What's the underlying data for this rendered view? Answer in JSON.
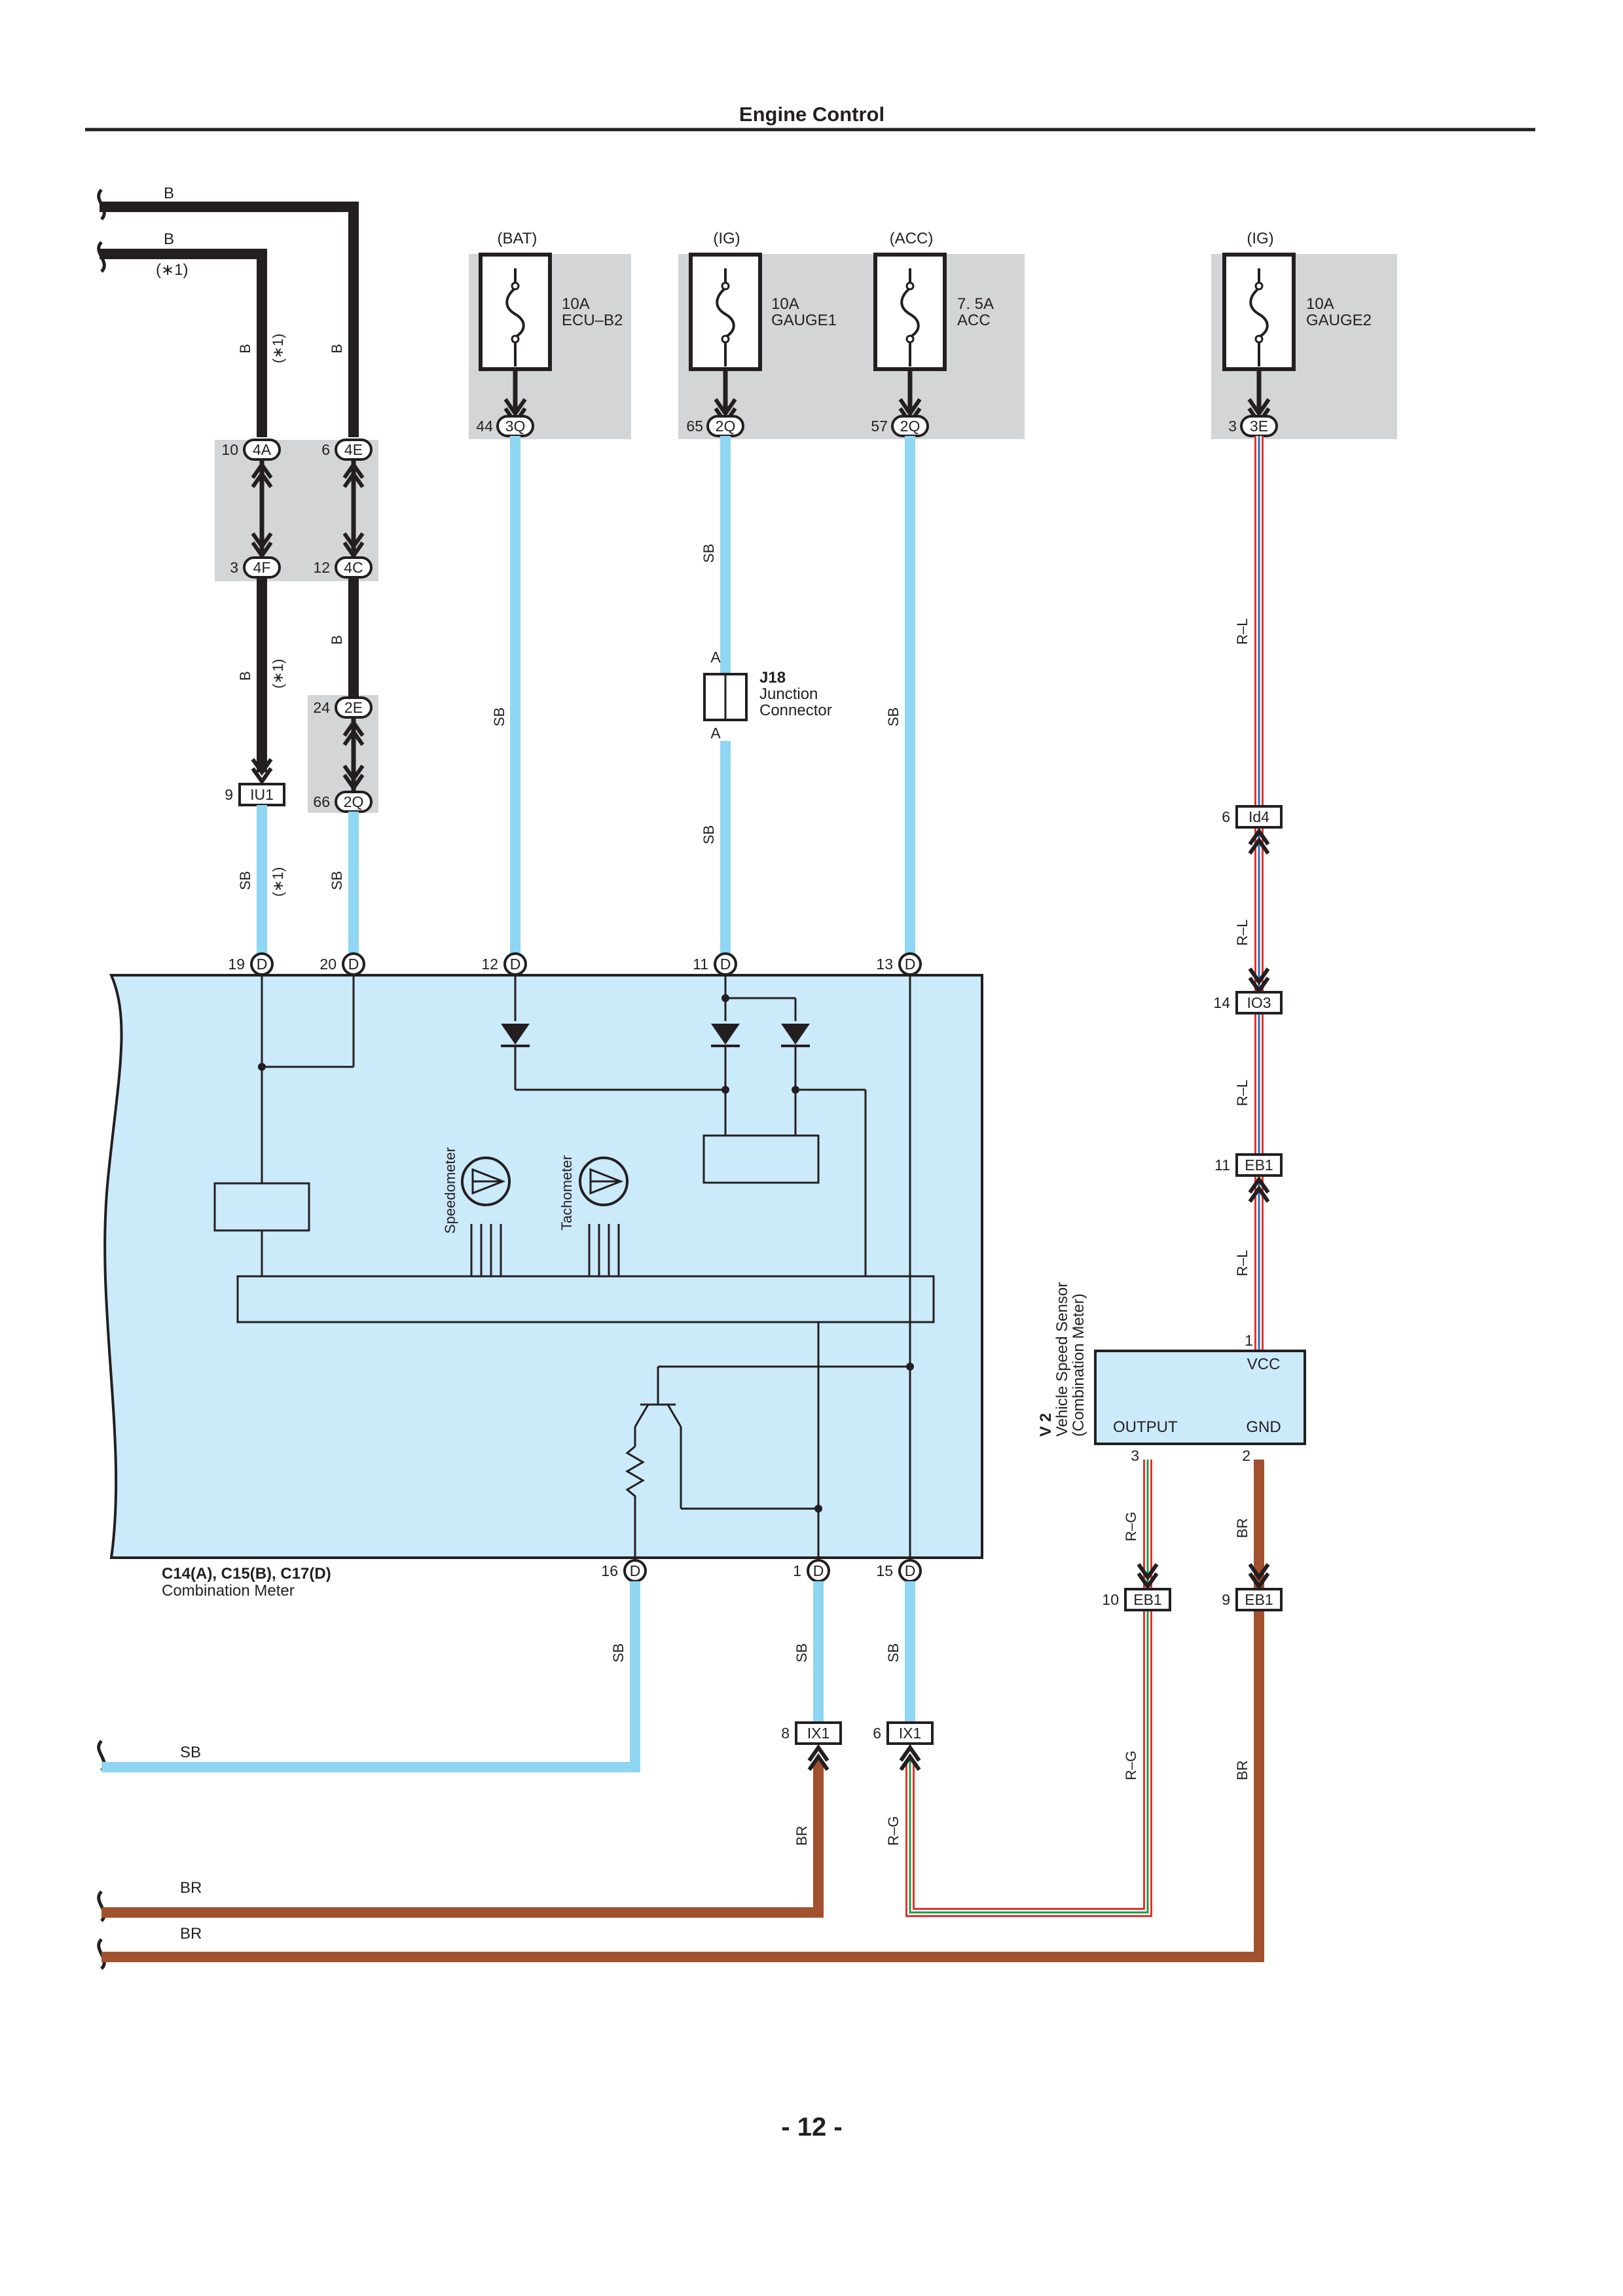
{
  "page": {
    "title": "Engine Control",
    "page_number": "- 12 -"
  },
  "wire_colors": {
    "B": "#231f20",
    "SB": "#8fd6f2",
    "R": "#e4322b",
    "L": "#2a6cc4",
    "G": "#1d9a4a",
    "W": "#ffffff",
    "BR": "#a1512e"
  },
  "fill_colors": {
    "fuse_box": "#d4d5d7",
    "meter_body": "#cbeafa"
  },
  "fuses": [
    {
      "supply": "(BAT)",
      "rating": "10A",
      "name": "ECU–B2",
      "pin": "44",
      "connector": "3Q"
    },
    {
      "supply": "(IG)",
      "rating": "10A",
      "name": "GAUGE1",
      "pin": "65",
      "connector": "2Q"
    },
    {
      "supply": "(ACC)",
      "rating": "7. 5A",
      "name": "ACC",
      "pin": "57",
      "connector": "2Q"
    },
    {
      "supply": "(IG)",
      "rating": "10A",
      "name": "GAUGE2",
      "pin": "3",
      "connector": "3E"
    }
  ],
  "left_inputs": {
    "wire1_label": "B",
    "wire2_label": "B",
    "wire2_note": "(∗1)",
    "v_b": "B",
    "v_note": "(∗1)",
    "conn_4A": {
      "pin": "10",
      "name": "4A"
    },
    "conn_4E": {
      "pin": "6",
      "name": "4E"
    },
    "conn_4F": {
      "pin": "3",
      "name": "4F"
    },
    "conn_4C": {
      "pin": "12",
      "name": "4C"
    },
    "conn_2E": {
      "pin": "24",
      "name": "2E"
    },
    "conn_2Q": {
      "pin": "66",
      "name": "2Q"
    },
    "conn_IU1": {
      "pin": "9",
      "name": "IU1"
    },
    "v_sb": "SB"
  },
  "junction": {
    "id": "J18",
    "label_line1": "Junction",
    "label_line2": "Connector",
    "top": "A",
    "bottom": "A"
  },
  "meter": {
    "connectors": "C14(A), C15(B), C17(D)",
    "name": "Combination Meter",
    "top_pins": [
      {
        "pin": "19",
        "c": "D"
      },
      {
        "pin": "20",
        "c": "D"
      },
      {
        "pin": "12",
        "c": "D"
      },
      {
        "pin": "11",
        "c": "D"
      },
      {
        "pin": "13",
        "c": "D"
      }
    ],
    "bottom_pins": [
      {
        "pin": "16",
        "c": "D"
      },
      {
        "pin": "1",
        "c": "D"
      },
      {
        "pin": "15",
        "c": "D"
      }
    ],
    "gauge1": "Speedometer",
    "gauge2": "Tachometer"
  },
  "sensor": {
    "id": "V 2",
    "name": "Vehicle Speed Sensor",
    "sub": "(Combination Meter)",
    "vcc": "VCC",
    "output": "OUTPUT",
    "gnd": "GND",
    "pin_vcc": "1",
    "pin_output": "3",
    "pin_gnd": "2"
  },
  "right_connectors": {
    "id4": {
      "pin": "6",
      "name": "Id4"
    },
    "io3": {
      "pin": "14",
      "name": "IO3"
    },
    "eb1_a": {
      "pin": "11",
      "name": "EB1"
    },
    "eb1_b": {
      "pin": "10",
      "name": "EB1"
    },
    "eb1_c": {
      "pin": "9",
      "name": "EB1"
    },
    "ix1_a": {
      "pin": "8",
      "name": "IX1"
    },
    "ix1_b": {
      "pin": "6",
      "name": "IX1"
    }
  },
  "wire_labels": {
    "sb": "SB",
    "rl": "R–L",
    "rg": "R–G",
    "br": "BR"
  },
  "bottom_outputs": {
    "w1": "SB",
    "w2": "BR",
    "w3": "BR"
  }
}
